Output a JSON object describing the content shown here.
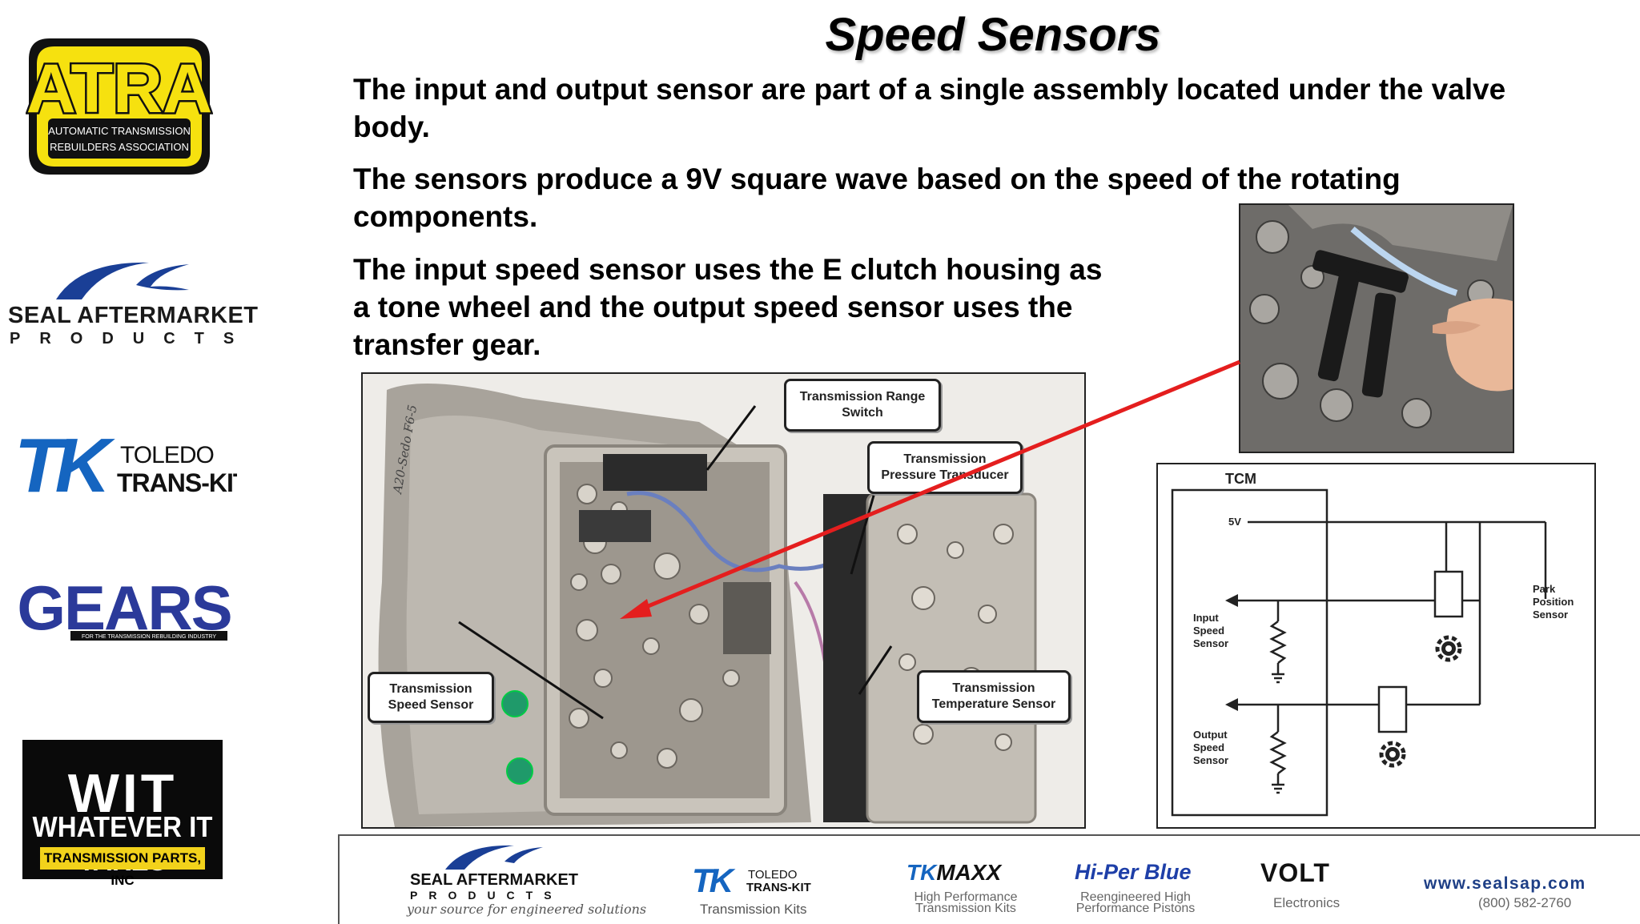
{
  "slide": {
    "title": "Speed Sensors",
    "paragraphs": [
      "The input and output sensor are part of a single assembly located under the valve body.",
      "The sensors produce a 9V square wave based on the speed of the rotating components.",
      "The input speed sensor uses the E clutch housing as a tone wheel and the output speed sensor uses the transfer gear."
    ]
  },
  "sidebar": {
    "atra": {
      "big": "ATRA",
      "line1": "AUTOMATIC TRANSMISSION",
      "line2": "REBUILDERS ASSOCIATION"
    },
    "seal": {
      "name": "SEAL AFTERMARKET",
      "products": "PRODUCTS"
    },
    "toledo": {
      "mark": "TK",
      "line1": "TOLEDO",
      "line2": "TRANS-KIT"
    },
    "gears": {
      "big": "GEARS",
      "tag": "FOR THE TRANSMISSION REBUILDING INDUSTRY"
    },
    "wit": {
      "big": "WIT",
      "line": "WHATEVER IT TAKES",
      "bar": "TRANSMISSION PARTS, INC"
    }
  },
  "photo": {
    "callouts": {
      "range_switch": [
        "Transmission Range",
        "Switch"
      ],
      "pressure": [
        "Transmission",
        "Pressure Transducer"
      ],
      "speed": [
        "Transmission",
        "Speed Sensor"
      ],
      "temperature": [
        "Transmission",
        "Temperature Sensor"
      ]
    },
    "case_stamp": "A20-Sedo F6-5"
  },
  "schematic": {
    "tcm": "TCM",
    "v5": "5V",
    "input": [
      "Input",
      "Speed",
      "Sensor"
    ],
    "output": [
      "Output",
      "Speed",
      "Sensor"
    ],
    "park": [
      "Park",
      "Position",
      "Sensor"
    ]
  },
  "footer": {
    "seal_name": "SEAL AFTERMARKET",
    "seal_products": "PRODUCTS",
    "seal_tagline": "your source for engineered solutions",
    "toledo_line1": "TOLEDO",
    "toledo_line2": "TRANS-KIT",
    "toledo_caption": "Transmission Kits",
    "tkmaxx": "MAXX",
    "tkmaxx_caption1": "High Performance",
    "tkmaxx_caption2": "Transmission Kits",
    "hiperblue": "Hi-Per Blue",
    "hiperblue_caption1": "Reengineered High",
    "hiperblue_caption2": "Performance Pistons",
    "volt": "VOLT",
    "volt_caption": "Electronics",
    "url": "www.sealsap.com",
    "phone": "(800) 582-2760"
  },
  "colors": {
    "arrow": "#e41e1e",
    "brand_blue": "#1a3f96",
    "atra_yellow": "#f6e10f",
    "toledo_blue": "#1565c0"
  }
}
